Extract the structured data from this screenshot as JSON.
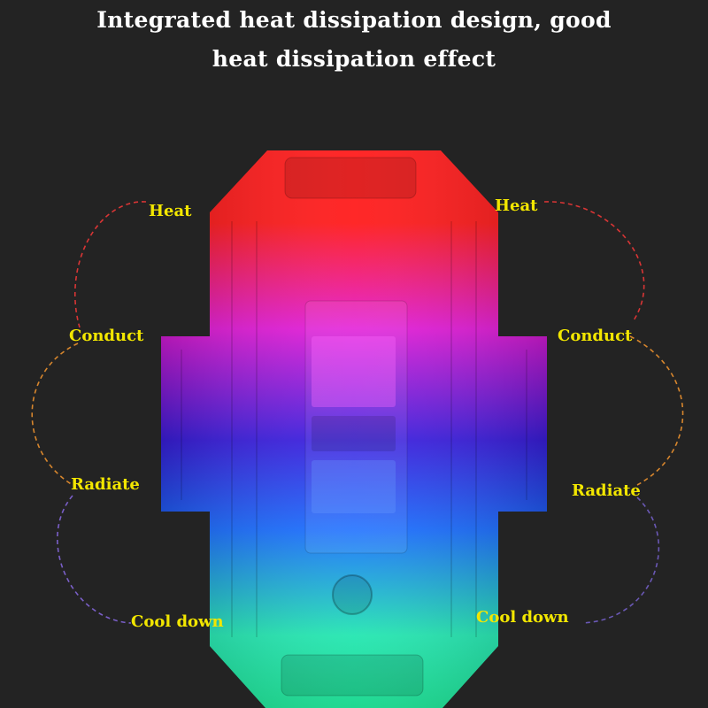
{
  "header": {
    "title_line1": "Integrated heat dissipation design, good",
    "title_line2": "heat dissipation effect"
  },
  "labels": {
    "left": [
      "Heat",
      "Conduct",
      "Radiate",
      "Cool down"
    ],
    "right": [
      "Heat",
      "Conduct",
      "Radiate",
      "Cool down"
    ]
  },
  "colors": {
    "background": "#232323",
    "label": "#f2e600",
    "title": "#ffffff",
    "gradient": [
      "#ff1a1a",
      "#e21bd8",
      "#3a1ee0",
      "#1a6dff",
      "#22e6b0",
      "#12d68a"
    ]
  }
}
